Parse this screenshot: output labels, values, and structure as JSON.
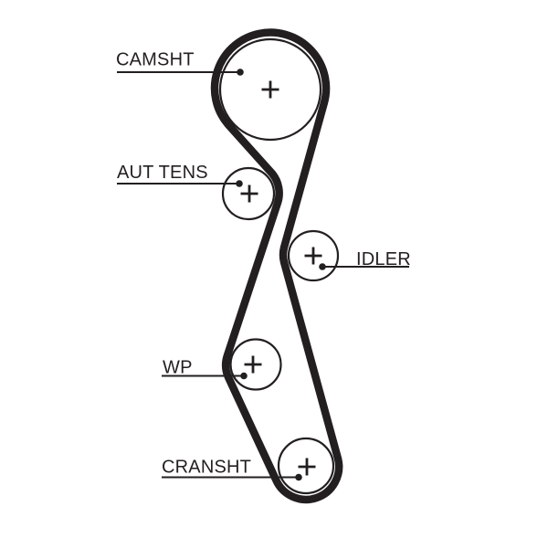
{
  "diagram": {
    "kind": "timing-belt-routing-diagram",
    "background_color": "#ffffff",
    "line_color": "#231f20",
    "labels": {
      "camshaft": "CAMSHT",
      "tensioner": "AUT TENS",
      "idler": "IDLER",
      "water_pump": "WP",
      "crankshaft": "CRANSHT"
    },
    "pulleys": [
      {
        "id": "camshaft",
        "label": "CAMSHT",
        "size": "large"
      },
      {
        "id": "tensioner",
        "label": "AUT TENS",
        "size": "small"
      },
      {
        "id": "idler",
        "label": "IDLER",
        "size": "small"
      },
      {
        "id": "water-pump",
        "label": "WP",
        "size": "small"
      },
      {
        "id": "crankshaft",
        "label": "CRANSHT",
        "size": "small"
      }
    ]
  }
}
